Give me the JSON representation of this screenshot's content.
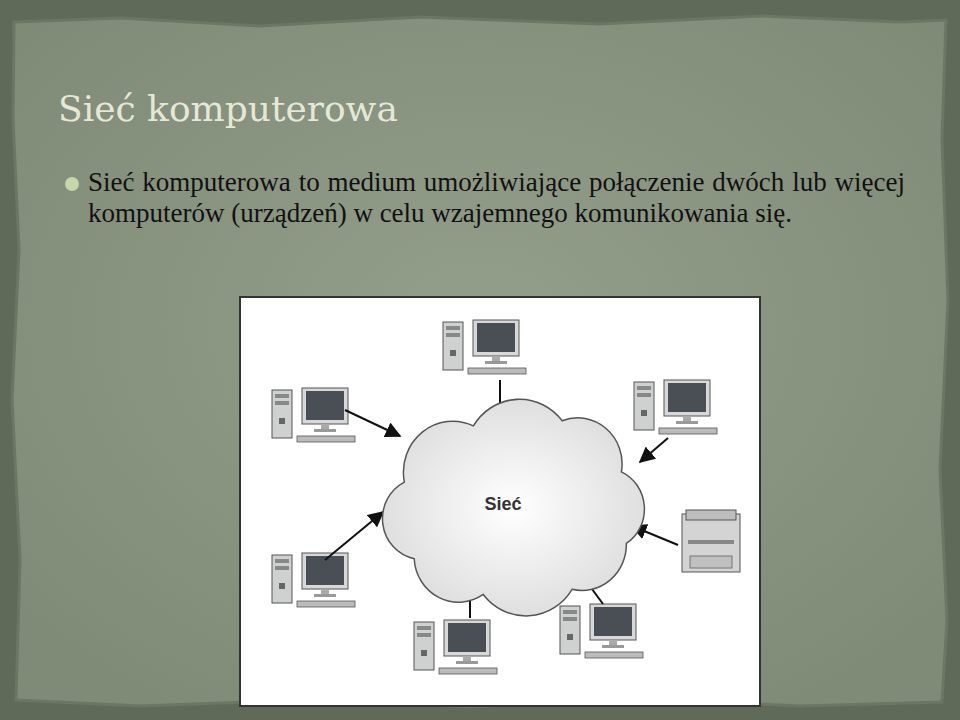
{
  "diagram": {
    "title": "Sieć komputerowa",
    "nodes": [
      {
        "text": [
          "Sieć"
        ]
      }
    ],
    "labels": [
      "Sieć komputerowa to medium umożliwiające połączenie dwóch lub więcej komputerów (urządzeń) w celu wzajemnego komunikowania się."
    ]
  }
}
